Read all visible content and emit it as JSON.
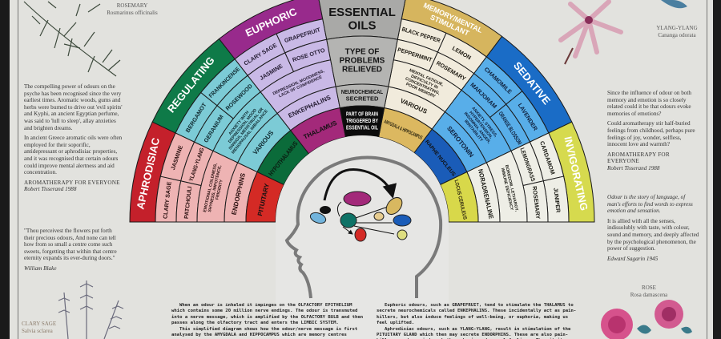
{
  "labels": {
    "rosemary": {
      "common": "ROSEMARY",
      "latin": "Rosmarinus officinalis"
    },
    "clary_sage": {
      "common": "CLARY SAGE",
      "latin": "Salvia sclarea"
    },
    "ylang_ylang": {
      "common": "YLANG-YLANG",
      "latin": "Cananga odorata"
    },
    "rose": {
      "common": "ROSE",
      "latin": "Rosa damascena"
    }
  },
  "left_text": {
    "p1": "The compelling power of odours on the psyche has been recognised since the very earliest times. Aromatic woods, gums and herbs were burned to drive out 'evil spirits' and Kyphi, an ancient Egyptian perfume, was said to 'lull to sleep', allay anxieties and brighten dreams.",
    "p2": "In ancient Greece aromatic oils were often employed for their soporific, antidepressant or aphrodisiac properties, and it was recognised that certain odours could improve mental alertness and aid concentration.",
    "source": "AROMATHERAPY FOR EVERYONE",
    "author": "Robert Tisserand 1988",
    "quote": "\"Thou perceivest the flowers put forth their precious odours, And none can tell how from so small a centre come such sweets, forgetting that within that centre eternity expands its ever-during doors.\"",
    "quote_author": "William Blake"
  },
  "right_text": {
    "p1": "Since the influence of odour on both memory and emotion is so closely related could it be that odours evoke memories of emotions?",
    "p2": "Could aromatherapy stir half-buried feelings from childhood, perhaps pure feelings of joy, wonder, selfless, innocent love and warmth?",
    "source": "AROMATHERAPY FOR EVERYONE",
    "author": "Robert Tisserand 1988",
    "p3": "Odour is the story of language, of man's efforts to find words to express emotion and sensation.",
    "p4": "It is allied with all the senses, indissolubly with taste, with colour, sound and memory, and deeply affected by the psychological phenomenon, the power of suggestion.",
    "author2": "Edward Sagarin 1945"
  },
  "wheel": {
    "center": {
      "title": [
        "ESSENTIAL",
        "OILS"
      ],
      "problems": [
        "TYPE OF",
        "PROBLEMS",
        "RELIEVED"
      ],
      "neuro": [
        "NEUROCHEMICAL",
        "SECRETED"
      ],
      "brain": [
        "PART OF BRAIN",
        "TRIGGERED BY",
        "ESSENTIAL OIL"
      ],
      "color": "#b4b4b2",
      "brain_color": "#0c0c0c"
    },
    "segments": [
      {
        "category": [
          "APHRODISIAC"
        ],
        "cat_color": "#c4202b",
        "cell_color": "#eeb3b3",
        "oils": [
          [
            "CLARY SAGE",
            "JASMINE"
          ],
          [
            "PATCHOULI",
            "YLANG-YLANG"
          ]
        ],
        "problems": [
          "EMOTIONAL COLDNESS,",
          "SHYNESS, IMPOTENCE,",
          "FRIGIDITY"
        ],
        "neuro": "ENDORPHINS",
        "brain": "PITUITARY",
        "brain_color": "#d42a25",
        "text_color": "#2a1010"
      },
      {
        "category": [
          "REGULATING"
        ],
        "cat_color": "#0e7a48",
        "cell_color": "#7ccbd6",
        "oils": [
          [
            "BERGAMOT",
            "FRANKINCENSE"
          ],
          [
            "GERANIUM",
            "ROSEWOOD"
          ]
        ],
        "problems": [
          "ANXIETY WITH",
          "DEPRESSION, MOOD",
          "SWINGS, MENSTRUAL OR",
          "MENOPAUSAL IMBALANCE"
        ],
        "neuro": "VARIOUS",
        "brain": "HYPOTHALAMUS",
        "brain_color": "#0b6b3a",
        "text_color": "#102a30"
      },
      {
        "category": [
          "EUPHORIC"
        ],
        "cat_color": "#982a8c",
        "cell_color": "#c9b9e6",
        "oils": [
          [
            "CLARY SAGE",
            "GRAPEFRUIT"
          ],
          [
            "JASMINE",
            "ROSE OTTO"
          ]
        ],
        "problems": [
          "DEPRESSION, MOODINESS,",
          "LACK OF CONFIDENCE"
        ],
        "neuro": "ENKEPHALINS",
        "brain": "THALAMUS",
        "brain_color": "#a3297a",
        "text_color": "#221a30"
      },
      {
        "category": [
          "MEMORY/MENTAL",
          "STIMULANT"
        ],
        "cat_color": "#d6b55e",
        "cell_color": "#f1ebdc",
        "oils": [
          [
            "BLACK PEPPER",
            "LEMON"
          ],
          [
            "PEPPERMINT",
            "ROSEMARY"
          ]
        ],
        "problems": [
          "MENTAL FATIGUE,",
          "DIFFICULTY IN",
          "CONCENTRATING,",
          "POOR MEMORY"
        ],
        "neuro": "VARIOUS",
        "brain": "AMYGDALA & HIPPOCAMPUS",
        "brain_color": "#dcb860",
        "text_color": "#1e1a12"
      },
      {
        "category": [
          "SEDATIVE"
        ],
        "cat_color": "#1a6cc6",
        "cell_color": "#58aee9",
        "oils": [
          [
            "CHAMOMILE",
            "LAVENDER"
          ],
          [
            "MARJORAM",
            "ORANGE BLOSSOM"
          ]
        ],
        "problems": [
          "ANXIETY, STRESS,",
          "HYPERTENSION,",
          "INSOMNIA, ANGER,",
          "IRRITABILITY"
        ],
        "neuro": "SEROTONIN",
        "brain": "RAPHE NUCLEUS",
        "brain_color": "#1a5cb8",
        "text_color": "#0e1e3a"
      },
      {
        "category": [
          "INVIGORATING"
        ],
        "cat_color": "#d6da4e",
        "cell_color": "#eeeee6",
        "oils": [
          [
            "CARDAMOM",
            "JUNIPER"
          ],
          [
            "LEMONGRASS",
            "ROSEMARY"
          ]
        ],
        "problems": [
          "BOREDOM, LETHARGY,",
          "IMMUNE DEFICIENCY"
        ],
        "neuro": "NORADRENALINE",
        "brain": "LOCUS CERULEUS",
        "brain_color": "#d8d84a",
        "text_color": "#1a1a14"
      }
    ]
  },
  "bottom_left": {
    "p1": "When an odour is inhaled it impinges on the OLFACTORY EPITHELIUM which contains some 20 million nerve endings. The odour is transmuted into a nerve message, which is amplified by the OLFACTORY BULB and then passes along the olfactory tract and enters the LIMBIC SYSTEM.",
    "p2": "This simplified diagram shows how the odour/nerve message is first analysed by the AMYGDALA and HIPPOCAMPUS which are memory centres"
  },
  "bottom_right": {
    "p1": "Euphoric odours, such as GRAPEFRUIT, tend to stimulate the THALAMUS to secrete neurochemicals called ENKEPHALINS. These incidentally act as pain-killers, but also induce feelings of well-being, or euphoria, making us feel uplifted.",
    "p2": "Aphrodisiac odours, such as YLANG-YLANG, result in stimulation of the PITUITARY GLAND which then may secrete ENDORPHINS. These are also pain-killers, and can induce both euphoria and sexual feelings. The pituitary gland also governs"
  }
}
